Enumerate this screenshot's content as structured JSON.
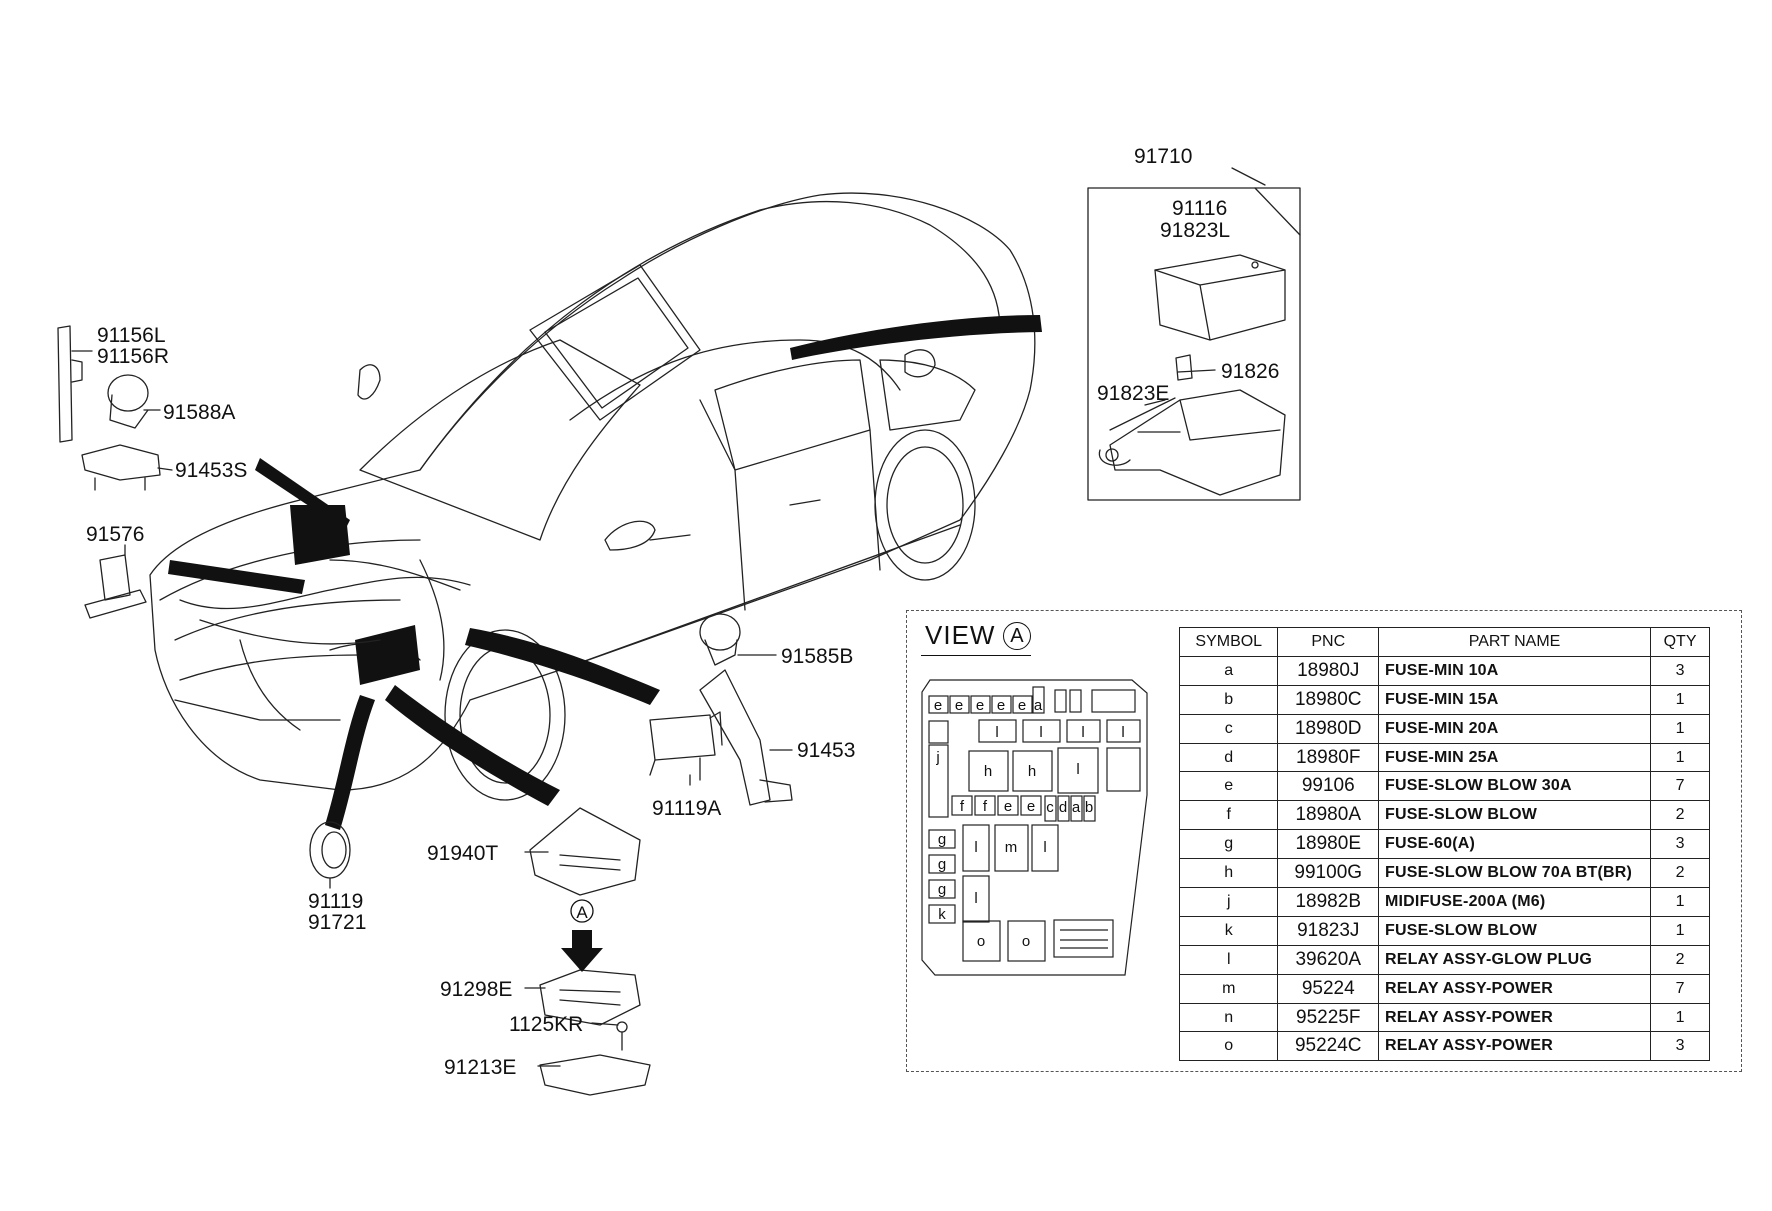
{
  "callouts": {
    "c91710": "91710",
    "c91116": "91116",
    "c91823L": "91823L",
    "c91826": "91826",
    "c91823E": "91823E",
    "c91156L": "91156L",
    "c91156R": "91156R",
    "c91588A": "91588A",
    "c91453S": "91453S",
    "c91576": "91576",
    "c91585B": "91585B",
    "c91453": "91453",
    "c91119A": "91119A",
    "c91940T": "91940T",
    "c91119": "91119",
    "c91721": "91721",
    "c91298E": "91298E",
    "c1125KR": "1125KR",
    "c91213E": "91213E",
    "circle_marker": "A"
  },
  "view": {
    "title": "VIEW",
    "marker": "A",
    "fuse_cells": {
      "row1": [
        "e",
        "e",
        "e",
        "e",
        "e",
        "a"
      ],
      "row2": [
        "l",
        "l",
        "l",
        "l"
      ],
      "big": [
        "h",
        "h",
        "l"
      ],
      "left_j": "j",
      "row3": [
        "f",
        "f",
        "e",
        "e",
        "c",
        "d",
        "a",
        "b"
      ],
      "g_col": [
        "g",
        "g",
        "g",
        "k"
      ],
      "mid": [
        "l",
        "m",
        "l",
        "l"
      ],
      "bottom": [
        "o",
        "o"
      ]
    }
  },
  "table": {
    "headers": [
      "SYMBOL",
      "PNC",
      "PART NAME",
      "QTY"
    ],
    "rows": [
      [
        "a",
        "18980J",
        "FUSE-MIN 10A",
        "3"
      ],
      [
        "b",
        "18980C",
        "FUSE-MIN 15A",
        "1"
      ],
      [
        "c",
        "18980D",
        "FUSE-MIN 20A",
        "1"
      ],
      [
        "d",
        "18980F",
        "FUSE-MIN 25A",
        "1"
      ],
      [
        "e",
        "99106",
        "FUSE-SLOW BLOW 30A",
        "7"
      ],
      [
        "f",
        "18980A",
        "FUSE-SLOW BLOW",
        "2"
      ],
      [
        "g",
        "18980E",
        "FUSE-60(A)",
        "3"
      ],
      [
        "h",
        "99100G",
        "FUSE-SLOW BLOW 70A BT(BR)",
        "2"
      ],
      [
        "j",
        "18982B",
        "MIDIFUSE-200A (M6)",
        "1"
      ],
      [
        "k",
        "91823J",
        "FUSE-SLOW BLOW",
        "1"
      ],
      [
        "l",
        "39620A",
        "RELAY ASSY-GLOW PLUG",
        "2"
      ],
      [
        "m",
        "95224",
        "RELAY ASSY-POWER",
        "7"
      ],
      [
        "n",
        "95225F",
        "RELAY ASSY-POWER",
        "1"
      ],
      [
        "o",
        "95224C",
        "RELAY ASSY-POWER",
        "3"
      ]
    ]
  }
}
